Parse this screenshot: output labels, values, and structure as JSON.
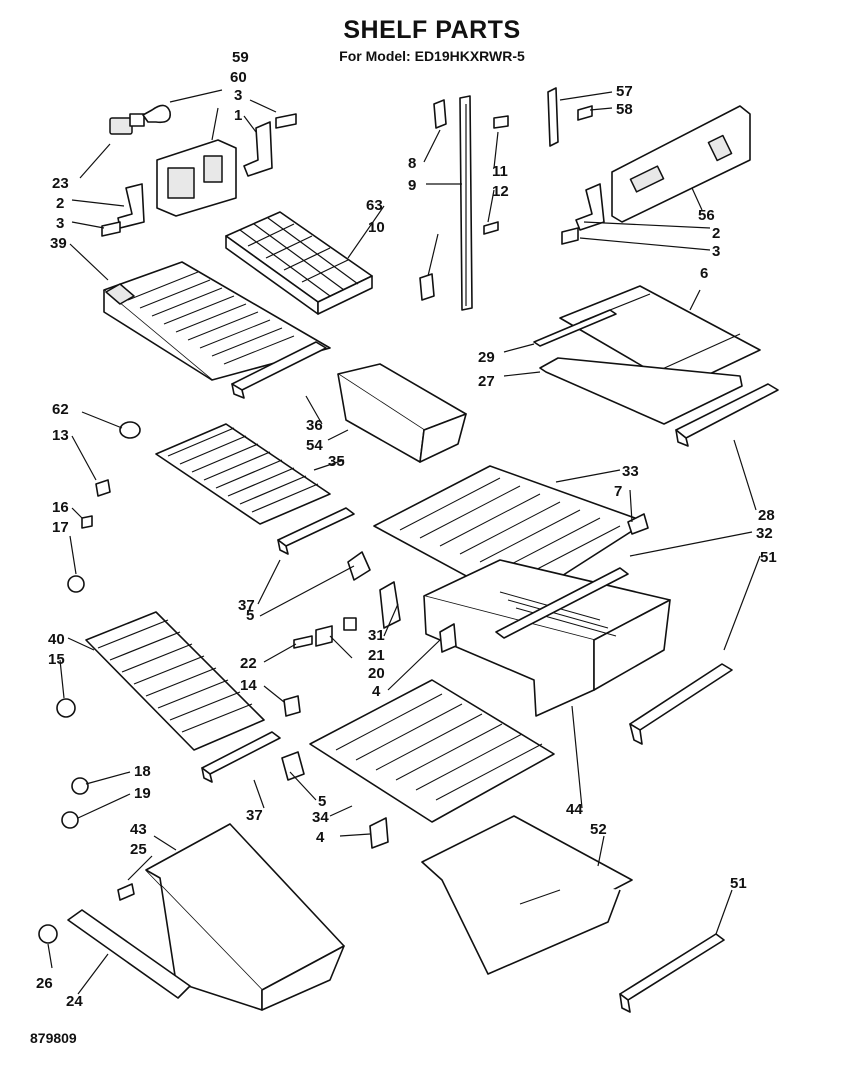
{
  "header": {
    "title": "SHELF PARTS",
    "subtitle": "For Model: ED19HKXRWR-5"
  },
  "footer": {
    "catalog_number": "879809"
  },
  "callouts": [
    "59",
    "60",
    "3",
    "1",
    "23",
    "2",
    "3",
    "39",
    "63",
    "10",
    "8",
    "9",
    "11",
    "12",
    "57",
    "58",
    "56",
    "2",
    "3",
    "6",
    "29",
    "27",
    "62",
    "13",
    "36",
    "54",
    "35",
    "33",
    "7",
    "28",
    "32",
    "51",
    "16",
    "17",
    "37",
    "5",
    "31",
    "21",
    "22",
    "20",
    "4",
    "40",
    "15",
    "14",
    "18",
    "19",
    "37",
    "5",
    "34",
    "4",
    "44",
    "52",
    "43",
    "25",
    "51",
    "26",
    "24"
  ]
}
